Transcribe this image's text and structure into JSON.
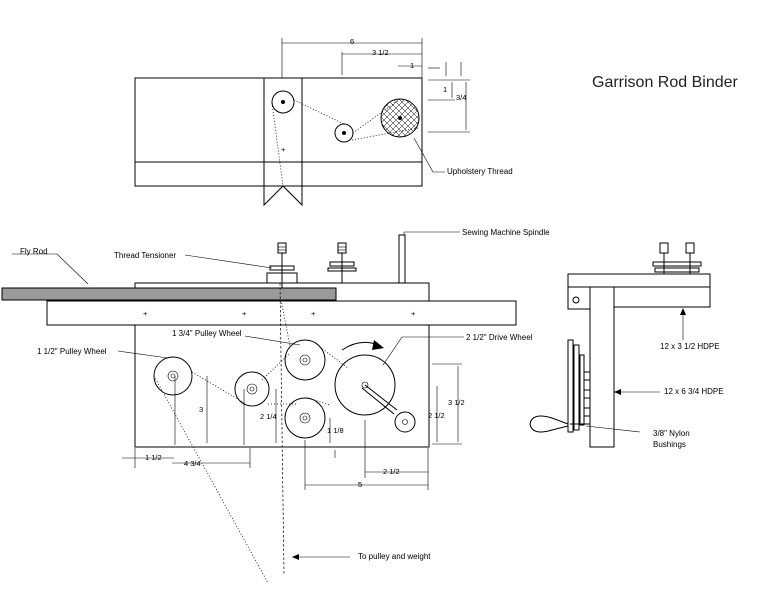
{
  "title": "Garrison Rod Binder",
  "labels": {
    "upholstery_thread": "Upholstery Thread",
    "sewing_machine_spindle": "Sewing Machine Spindle",
    "fly_rod": "Fly Rod",
    "thread_tensioner": "Thread Tensioner",
    "pulley_wheel_1_3_4": "1 3/4\" Pulley Wheel",
    "drive_wheel": "2 1/2\" Drive Wheel",
    "pulley_wheel_1_1_2": "1 1/2\" Pulley Wheel",
    "hdpe_12x3": "12 x 3 1/2 HDPE",
    "hdpe_12x6": "12 x 6 3/4 HDPE",
    "nylon_bushings_1": "3/8\" Nylon",
    "nylon_bushings_2": "Bushings",
    "to_pulley": "To pulley and weight"
  },
  "dimensions": {
    "top_6": "6",
    "top_3_1_2": "3 1/2",
    "top_1": "1",
    "top_1_v": "1",
    "top_3_4": "3/4",
    "side_3": "3",
    "side_2_1_4": "2 1/4",
    "side_1_1_8": "1 1/8",
    "side_3_1_2": "3 1/2",
    "side_2_1_2": "2 1/2",
    "bottom_1_1_2": "1 1/2",
    "bottom_4_3_4": "4 3/4",
    "bottom_2_1_2": "2 1/2",
    "bottom_5": "5"
  },
  "colors": {
    "line": "#000000",
    "rod_fill": "#9a9a9a",
    "background": "#ffffff"
  }
}
